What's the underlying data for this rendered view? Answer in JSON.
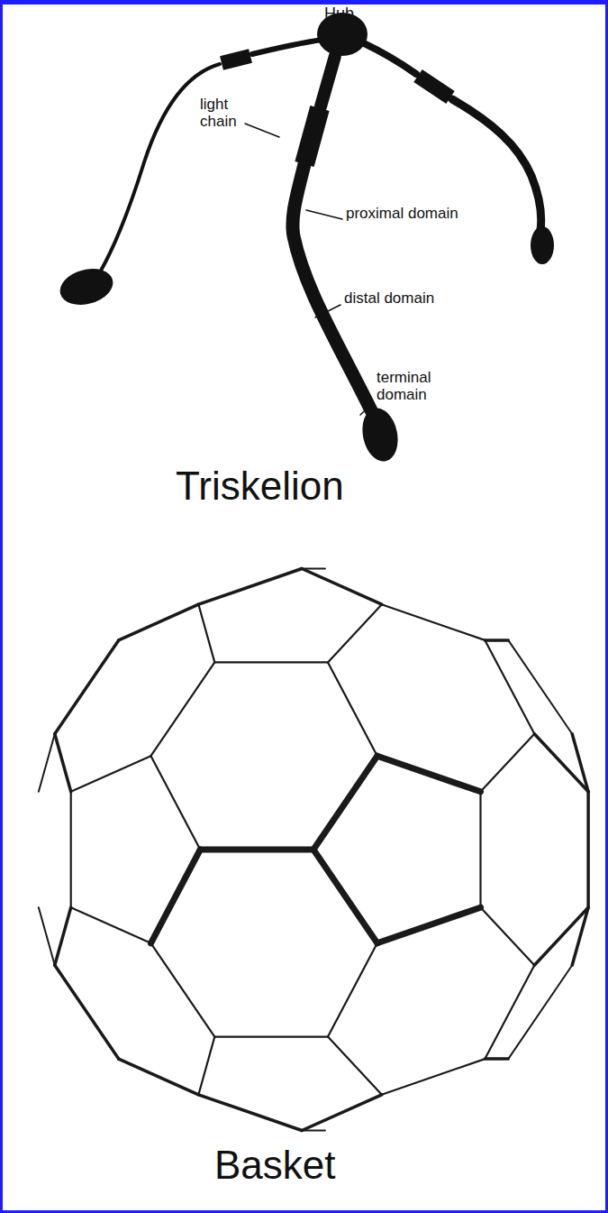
{
  "diagram": {
    "labels": [
      "Hub",
      "light chain",
      "proximal domain",
      "distal domain",
      "terminal domain",
      "Triskelion",
      "Basket"
    ]
  }
}
